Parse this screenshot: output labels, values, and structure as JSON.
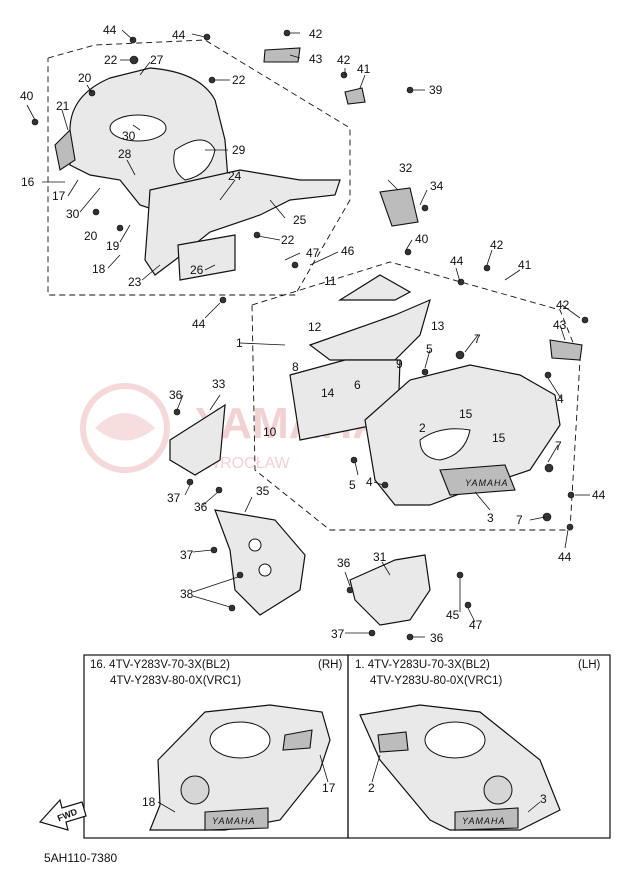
{
  "diagram": {
    "part_callouts": [
      "1",
      "2",
      "3",
      "4",
      "5",
      "6",
      "7",
      "8",
      "9",
      "10",
      "11",
      "12",
      "13",
      "14",
      "15",
      "16",
      "17",
      "18",
      "19",
      "20",
      "21",
      "22",
      "23",
      "24",
      "25",
      "26",
      "27",
      "28",
      "29",
      "30",
      "31",
      "32",
      "33",
      "34",
      "35",
      "36",
      "37",
      "38",
      "39",
      "40",
      "41",
      "42",
      "43",
      "44",
      "45",
      "46",
      "47"
    ],
    "rh_box": {
      "line1": "16. 4TV-Y283V-70-3X(BL2)",
      "line2": "4TV-Y283V-80-0X(VRC1)",
      "side": "(RH)",
      "callouts": [
        "17",
        "18"
      ],
      "brand_text": "YAMAHA"
    },
    "lh_box": {
      "line1": "1. 4TV-Y283U-70-3X(BL2)",
      "line2": "4TV-Y283U-80-0X(VRC1)",
      "side": "(LH)",
      "callouts": [
        "2",
        "3"
      ],
      "brand_text": "YAMAHA"
    },
    "main_brand_text": "YAMAHA",
    "fwd_label": "FWD",
    "footer_code": "5AH110-7380",
    "watermark": {
      "title": "YAMAHA",
      "subtitle": "WROCŁAW"
    },
    "colors": {
      "line": "#111111",
      "panel_fill": "#e9e9e9",
      "watermark": "#e07d7d"
    }
  }
}
